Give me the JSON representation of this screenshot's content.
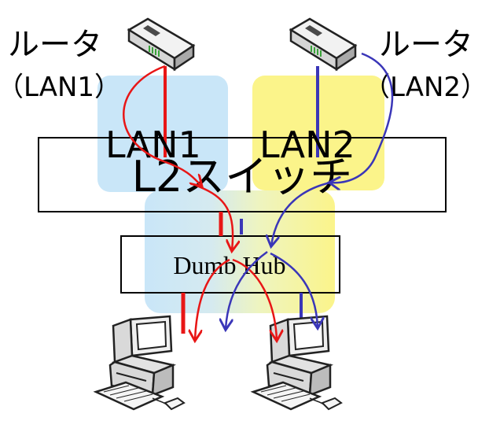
{
  "labels": {
    "router_left": "ルータ",
    "router_left_lan": "（LAN1）",
    "router_right": "ルータ",
    "router_right_lan": "（LAN2）",
    "vlan1": "LAN1",
    "vlan2": "LAN2",
    "switch": "L2スイッチ",
    "hub": "Dumb Hub"
  },
  "colors": {
    "lan1_region": "#c9e6f8",
    "lan2_region": "#fbf48a",
    "lan1_link": "#e81616",
    "lan2_link": "#3a36b8",
    "device_body": "#ececec"
  },
  "icons": {
    "router": "router-icon",
    "pc": "desktop-computer-icon"
  }
}
